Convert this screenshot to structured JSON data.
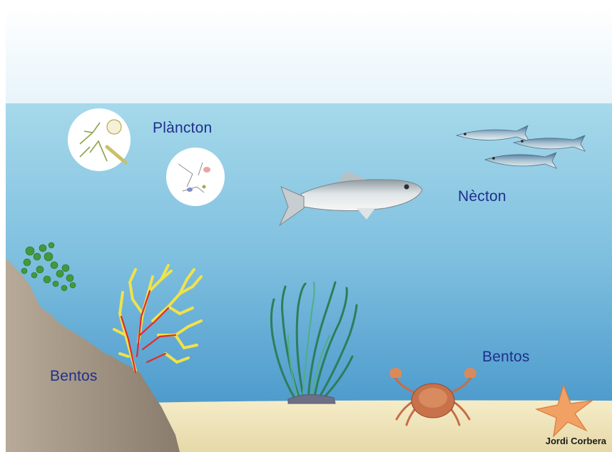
{
  "labels": {
    "plankton": "Plàncton",
    "nekton": "Nècton",
    "benthos_left": "Bentos",
    "benthos_right": "Bentos"
  },
  "credit": "Jordi Corbera",
  "colors": {
    "sky": "#eaf6fb",
    "water_top": "#9ad2e6",
    "water_bottom": "#3f93c9",
    "sand": "#efe4b8",
    "rock": "#9c8f80",
    "label_text": "#1f2f8c"
  },
  "icons": [
    "plankton-circle-icon",
    "fish-icon",
    "sardine-icon",
    "seagrass-icon",
    "gorgonian-icon",
    "algae-icon",
    "crab-icon",
    "starfish-icon"
  ]
}
